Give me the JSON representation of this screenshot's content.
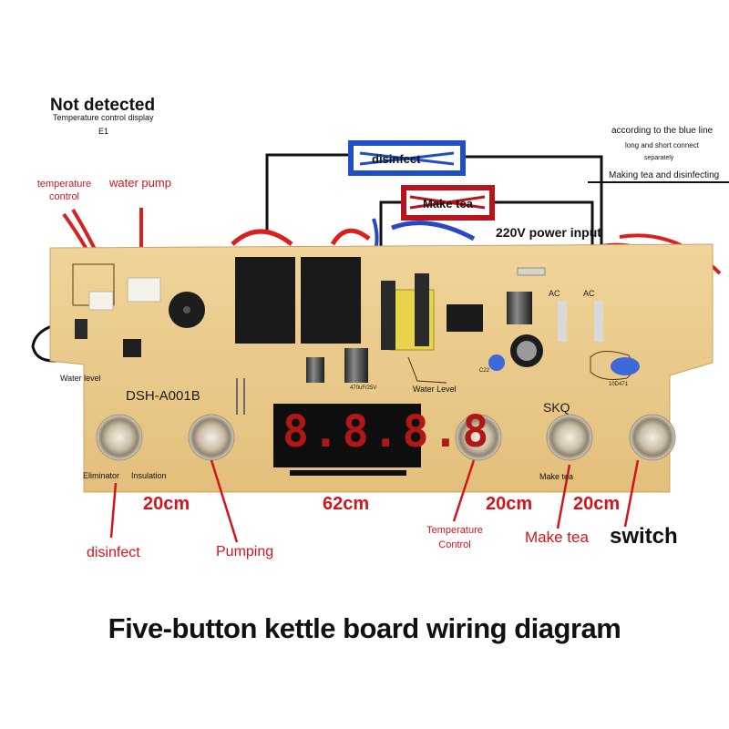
{
  "top_notes": {
    "not_detected": "Not detected",
    "temp_display": "Temperature control display",
    "e1": "E1"
  },
  "side_notes": {
    "line1": "according to the blue line",
    "line2": "long and short connect",
    "line3": "separately",
    "line4": "Making tea and disinfecting"
  },
  "relay_labels": {
    "disinfect": "disinfect",
    "make_tea": "Make tea"
  },
  "power_label": "220V power input",
  "connector_labels": {
    "temperature_control": "temperature control",
    "water_pump": "water pump",
    "water_level_left": "Water level",
    "water_level_mid": "Water Level"
  },
  "board": {
    "model": "DSH-A001B",
    "brand": "SKQ",
    "display": "8.8.8.8",
    "cap_note": "470uF/25V",
    "cap_code": "C22",
    "varistor": "10D471",
    "ac_left": "AC",
    "ac_right": "AC",
    "button_labels": [
      "Eliminator",
      "Insulation",
      "Make tea"
    ]
  },
  "distances": [
    "20cm",
    "62cm",
    "20cm",
    "20cm"
  ],
  "bottom_labels": {
    "disinfect": "disinfect",
    "pumping": "Pumping",
    "temperature_control": "Temperature Control",
    "make_tea": "Make tea",
    "switch": "switch"
  },
  "title": "Five-button kettle board wiring diagram",
  "colors": {
    "board": "#e9c98a",
    "label_red": "#d4141c",
    "relay_blue": "#1f4fc8",
    "relay_red": "#b8141c",
    "wire_red": "#d8201e",
    "wire_blue": "#2848c8",
    "wire_black": "#111111"
  }
}
